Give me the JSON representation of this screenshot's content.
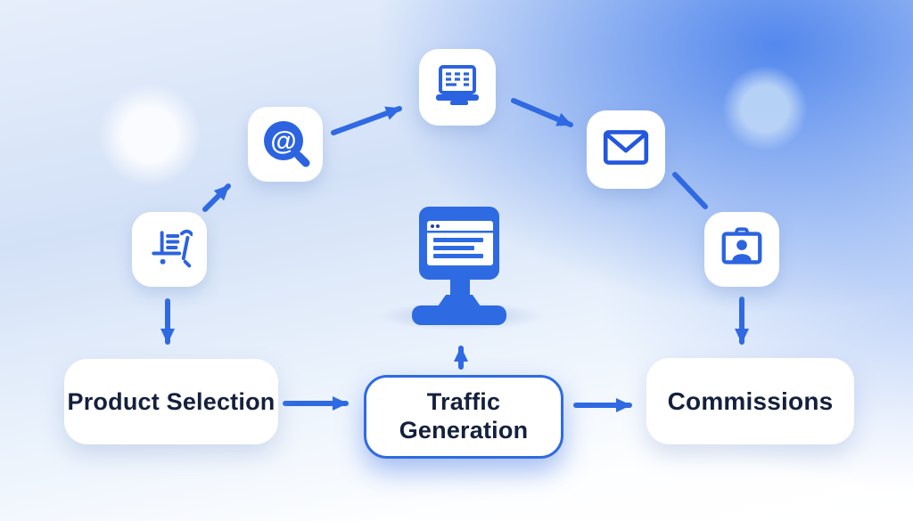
{
  "diagram": {
    "nodes": [
      {
        "id": "product-selection",
        "label": "Product Selection"
      },
      {
        "id": "traffic-generation",
        "label": "Traffic Generation"
      },
      {
        "id": "commissions",
        "label": "Commissions"
      }
    ],
    "icons": {
      "cart": "shopping-cart-icon",
      "at_search": "at-search-icon",
      "at_glyph": "@",
      "laptop": "laptop-icon",
      "envelope": "envelope-icon",
      "id_badge": "id-badge-icon",
      "monitor": "desktop-monitor-icon"
    },
    "colors": {
      "accent_blue": "#2f6ae3",
      "icon_blue": "#2b63e0",
      "text_navy": "#14203c",
      "background_sky": "#4a82ec",
      "background_light": "#d3e1f7"
    }
  }
}
